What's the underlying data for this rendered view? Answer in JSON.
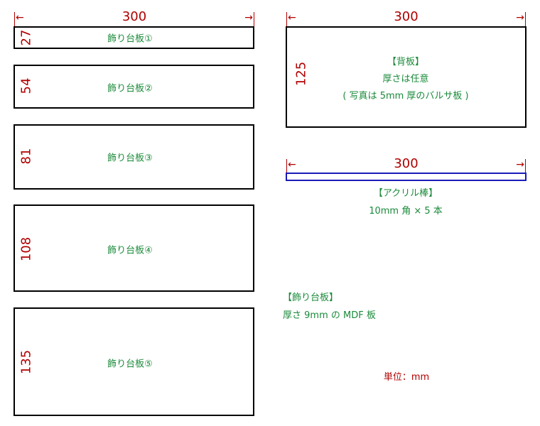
{
  "colors": {
    "outline": "#000000",
    "dimension": "#b00000",
    "label": "#1a8a3a",
    "acrylic_outline": "#1a1ab8"
  },
  "icons": {
    "left_arrow": "left-arrow-icon",
    "right_arrow": "right-arrow-icon"
  },
  "arrows": {
    "left": "←",
    "right": "→"
  },
  "decorative_boards": {
    "width_label": "300",
    "items": [
      {
        "label": "飾り台板①",
        "height_label": "27"
      },
      {
        "label": "飾り台板②",
        "height_label": "54"
      },
      {
        "label": "飾り台板③",
        "height_label": "81"
      },
      {
        "label": "飾り台板④",
        "height_label": "108"
      },
      {
        "label": "飾り台板⑤",
        "height_label": "135"
      }
    ]
  },
  "back_board": {
    "width_label": "300",
    "height_label": "125",
    "title": "【背板】",
    "line1": "厚さは任意",
    "line2": "( 写真は 5mm 厚のバルサ板 )"
  },
  "acrylic_rod": {
    "width_label": "300",
    "title": "【アクリル棒】",
    "spec": "10mm 角 × 5 本"
  },
  "decorative_note": {
    "title": "【飾り台板】",
    "spec": "厚さ 9mm の MDF 板"
  },
  "unit_note": "単位：mm"
}
